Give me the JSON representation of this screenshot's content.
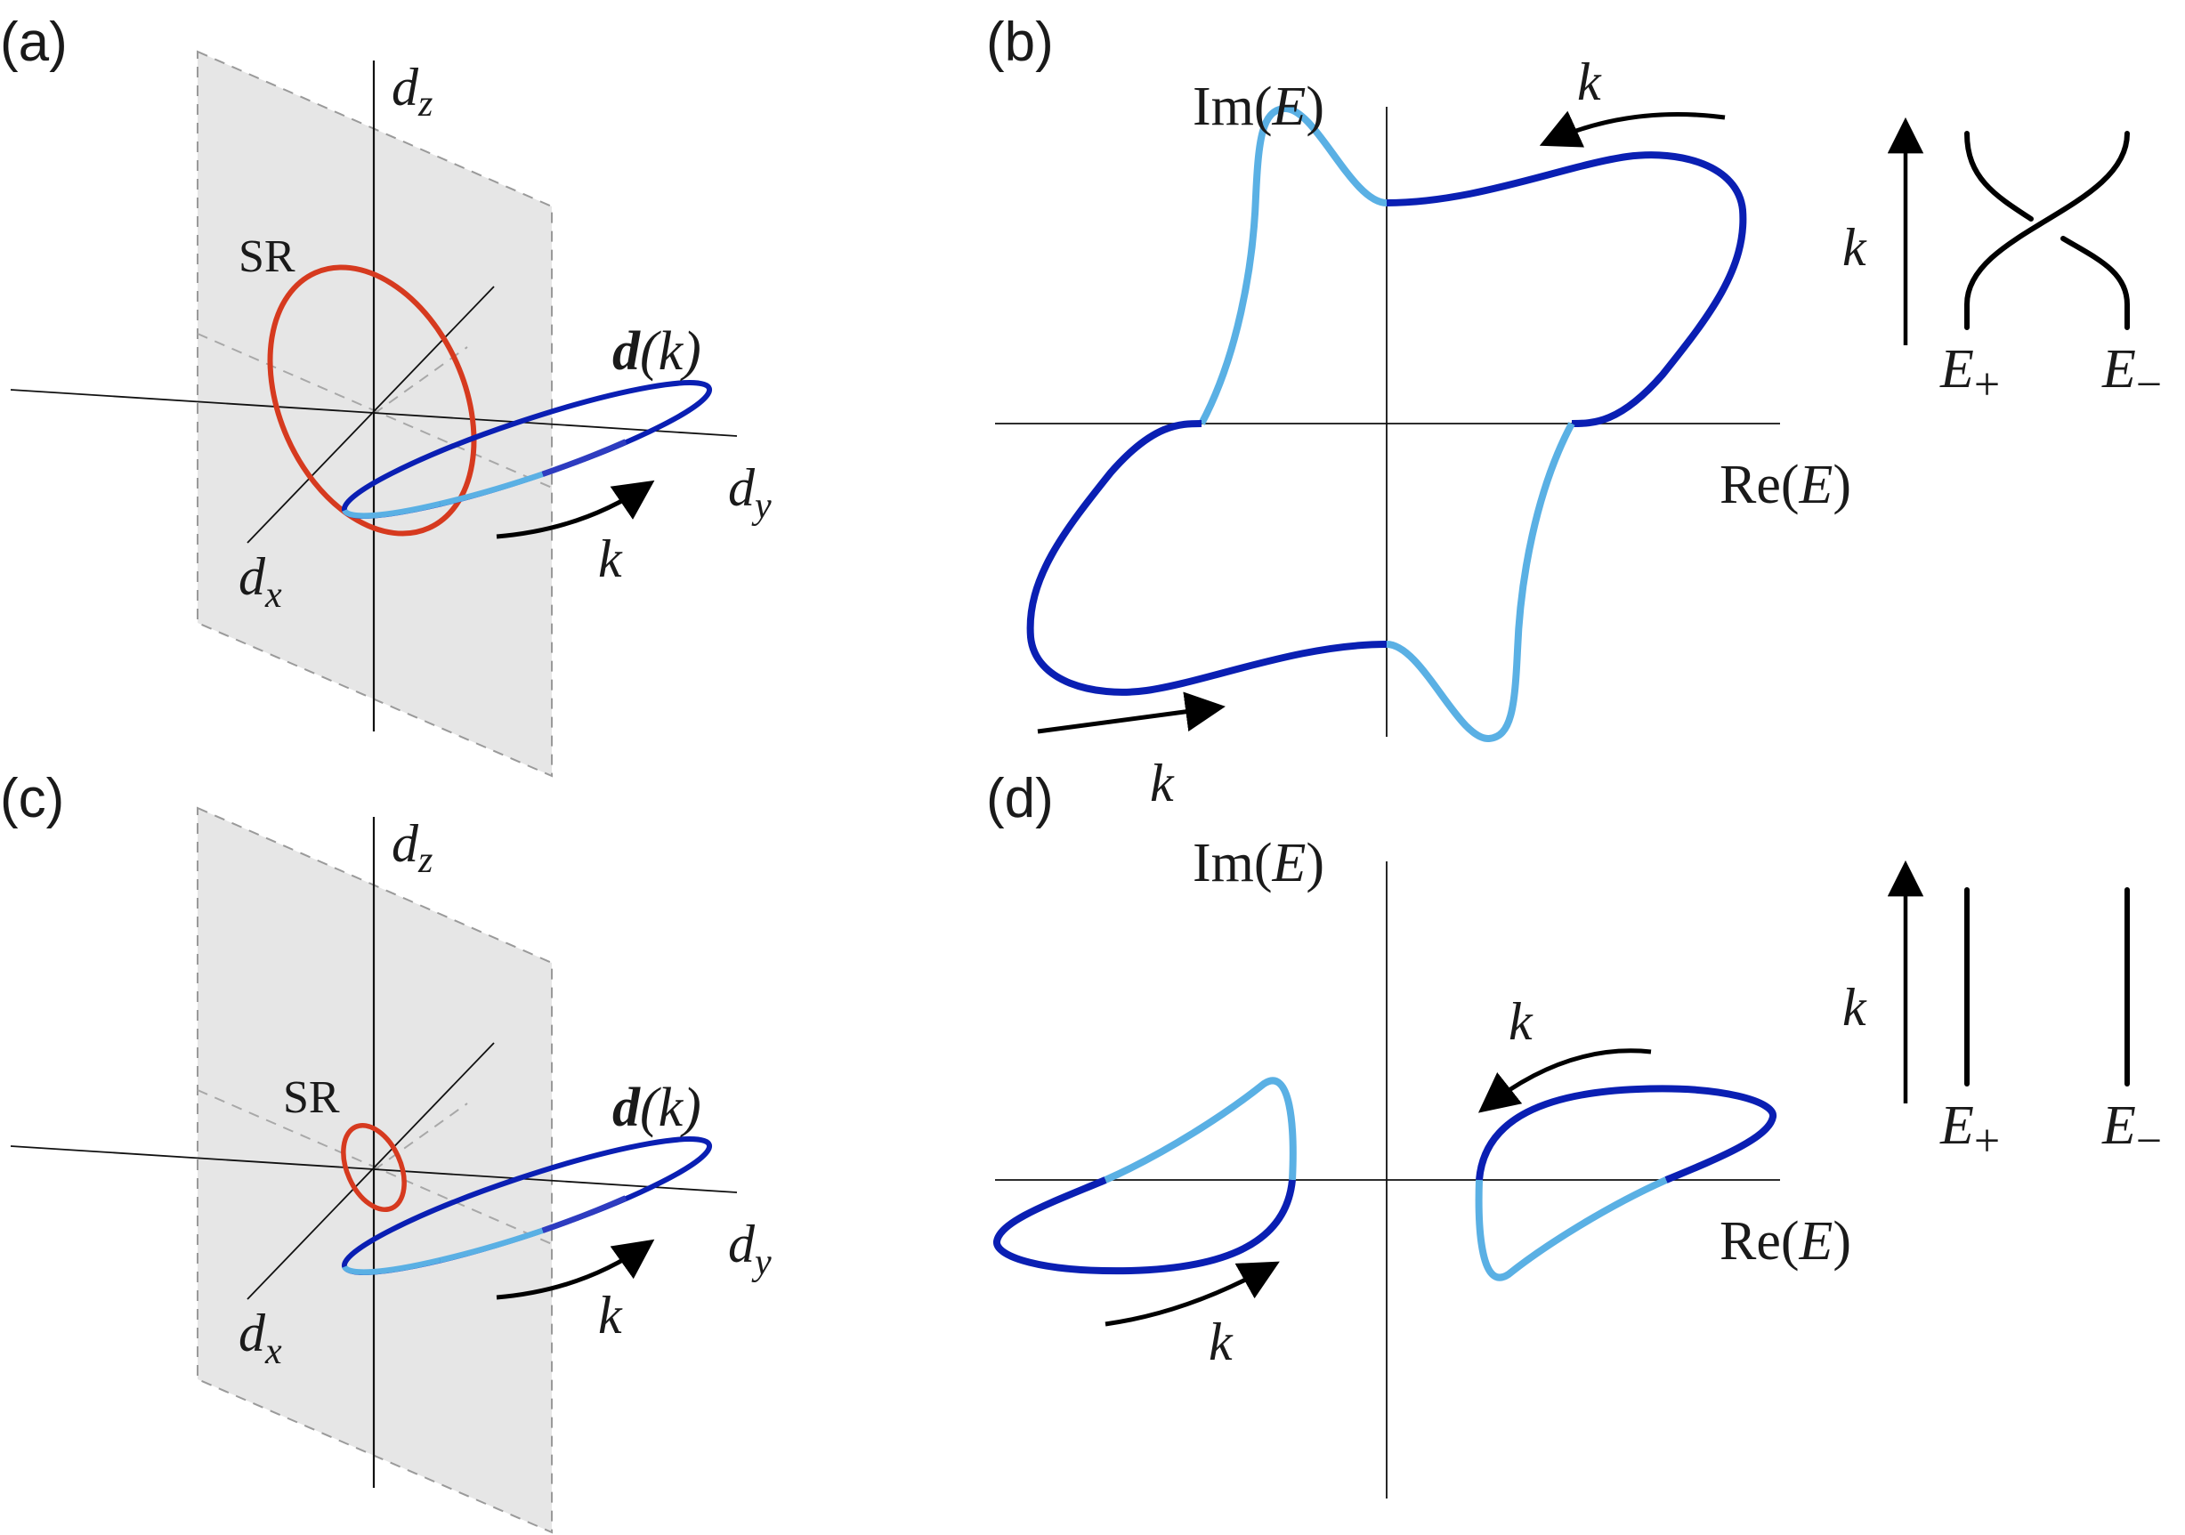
{
  "panels": {
    "a": {
      "label": "(a)",
      "axis_dz": "d",
      "axis_dz_sub": "z",
      "axis_dy": "d",
      "axis_dy_sub": "y",
      "axis_dx": "d",
      "axis_dx_sub": "x",
      "sr_label": "SR",
      "dk_label_bold": "d",
      "dk_label_rest": "(k)",
      "k_label": "k"
    },
    "b": {
      "label": "(b)",
      "im_label_prefix": "Im(",
      "im_label_var": "E",
      "im_label_suffix": ")",
      "re_label_prefix": "Re(",
      "re_label_var": "E",
      "re_label_suffix": ")",
      "k_label_top": "k",
      "k_label_bottom": "k",
      "braid_k_label": "k",
      "braid_e_plus": "E",
      "braid_e_plus_sub": "+",
      "braid_e_minus": "E",
      "braid_e_minus_sub": "−"
    },
    "c": {
      "label": "(c)",
      "axis_dz": "d",
      "axis_dz_sub": "z",
      "axis_dy": "d",
      "axis_dy_sub": "y",
      "axis_dx": "d",
      "axis_dx_sub": "x",
      "sr_label": "SR",
      "dk_label_bold": "d",
      "dk_label_rest": "(k)",
      "k_label": "k"
    },
    "d": {
      "label": "(d)",
      "im_label_prefix": "Im(",
      "im_label_var": "E",
      "im_label_suffix": ")",
      "re_label_prefix": "Re(",
      "re_label_var": "E",
      "re_label_suffix": ")",
      "k_label_top": "k",
      "k_label_bottom": "k",
      "braid_k_label": "k",
      "braid_e_plus": "E",
      "braid_e_plus_sub": "+",
      "braid_e_minus": "E",
      "braid_e_minus_sub": "−"
    }
  },
  "colors": {
    "dark_blue": "#0a1fb3",
    "mid_blue": "#2e3cc0",
    "light_blue": "#5ab0e4",
    "red": "#d63a1f",
    "black": "#000000",
    "plane_gray": "#e6e6e6"
  }
}
